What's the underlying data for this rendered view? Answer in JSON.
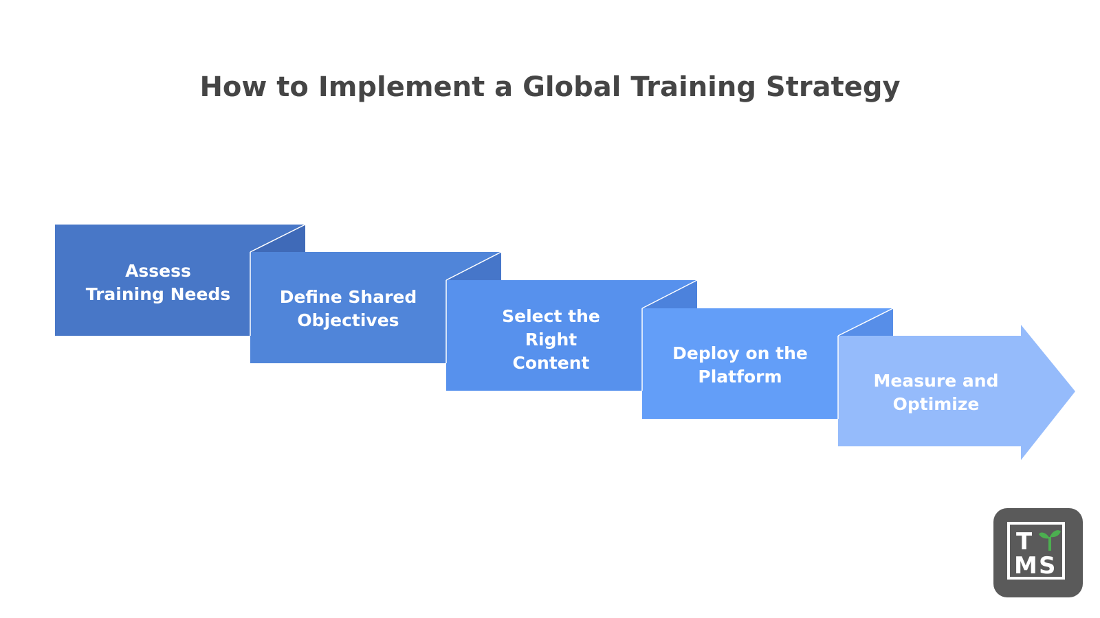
{
  "title": "How to Implement a Global Training Strategy",
  "steps": [
    {
      "label": "Assess\nTraining Needs",
      "color": "#4877c7",
      "fold_color": "#3f6ab8"
    },
    {
      "label": "Define Shared\nObjectives",
      "color": "#5085d9",
      "fold_color": "#4676c9"
    },
    {
      "label": "Select the\nRight\nContent",
      "color": "#5791ed",
      "fold_color": "#4c82dc"
    },
    {
      "label": "Deploy on the\nPlatform",
      "color": "#639ef8",
      "fold_color": "#578ee8"
    },
    {
      "label": "Measure and\nOptimize",
      "color": "#95bbfb"
    }
  ],
  "logo": {
    "letters": [
      "T",
      "M",
      "S"
    ],
    "sprout_color": "#4caf50",
    "background": "#5a5a5a"
  }
}
